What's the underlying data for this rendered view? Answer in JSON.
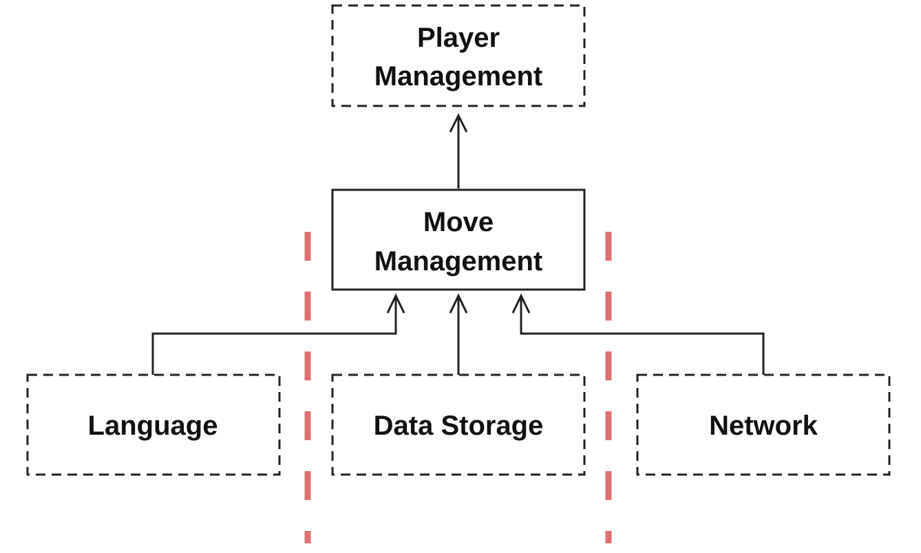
{
  "diagram": {
    "nodes": [
      {
        "id": "player",
        "lines": [
          "Player",
          "Management"
        ],
        "border": "dashed"
      },
      {
        "id": "move",
        "lines": [
          "Move",
          "Management"
        ],
        "border": "solid"
      },
      {
        "id": "language",
        "lines": [
          "Language"
        ],
        "border": "dashed"
      },
      {
        "id": "storage",
        "lines": [
          "Data Storage"
        ],
        "border": "dashed"
      },
      {
        "id": "network",
        "lines": [
          "Network"
        ],
        "border": "dashed"
      }
    ],
    "edges": [
      {
        "from": "move",
        "to": "player"
      },
      {
        "from": "language",
        "to": "move"
      },
      {
        "from": "storage",
        "to": "move"
      },
      {
        "from": "network",
        "to": "move"
      }
    ],
    "colors": {
      "stroke": "#222222",
      "text": "#111111",
      "separator": "#e07070",
      "background": "#ffffff"
    }
  }
}
